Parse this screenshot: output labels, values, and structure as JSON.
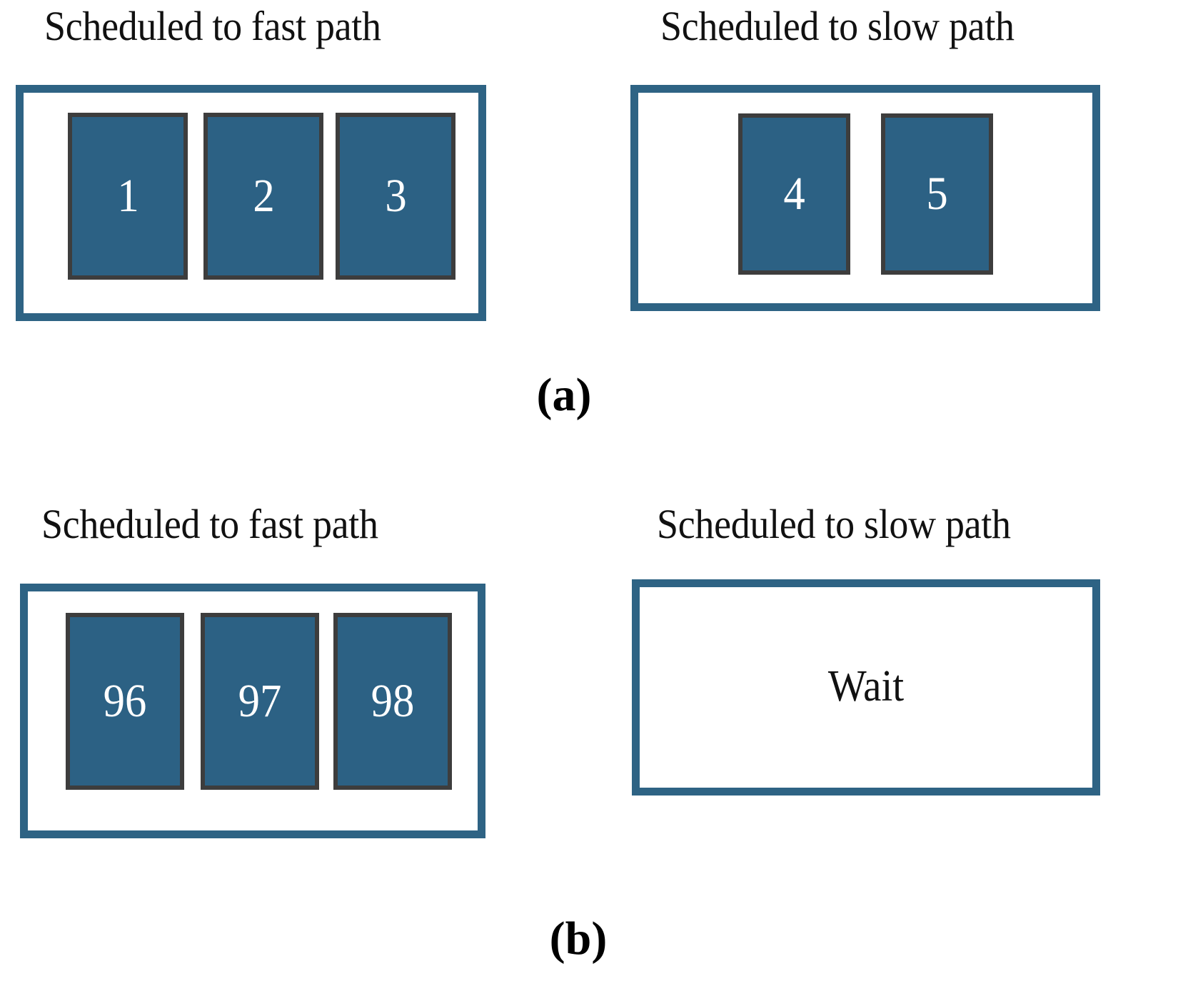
{
  "figure": {
    "background_color": "#ffffff",
    "accent_color": "#2e6384",
    "block_fill_color": "#2c6184",
    "block_border_color": "#3d3d3d",
    "text_color": "#111111",
    "block_text_color": "#ffffff"
  },
  "subfigures": [
    {
      "caption": "(a)",
      "panels": [
        {
          "heading": "Scheduled to fast path",
          "blocks": [
            {
              "label": "1"
            },
            {
              "label": "2"
            },
            {
              "label": "3"
            }
          ],
          "empty_text": ""
        },
        {
          "heading": "Scheduled to slow path",
          "blocks": [
            {
              "label": "4"
            },
            {
              "label": "5"
            }
          ],
          "empty_text": ""
        }
      ]
    },
    {
      "caption": "(b)",
      "panels": [
        {
          "heading": "Scheduled to fast path",
          "blocks": [
            {
              "label": "96"
            },
            {
              "label": "97"
            },
            {
              "label": "98"
            }
          ],
          "empty_text": ""
        },
        {
          "heading": "Scheduled to slow path",
          "blocks": [],
          "empty_text": "Wait"
        }
      ]
    }
  ]
}
